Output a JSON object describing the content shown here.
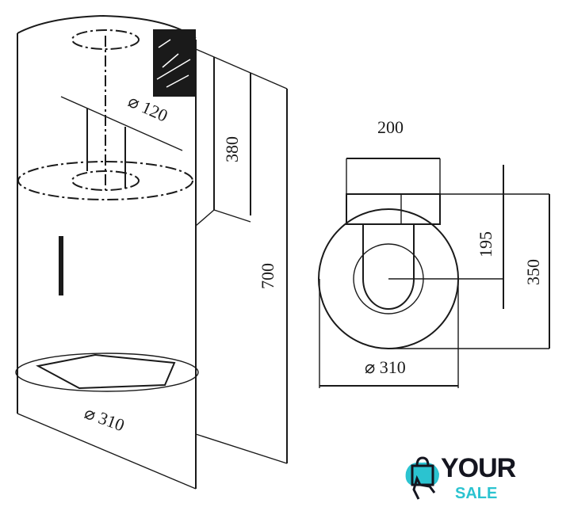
{
  "dimensions": {
    "duct_diameter": "⌀ 120",
    "height_chimney": "380",
    "total_height": "700",
    "bottom_diameter_side": "⌀ 310",
    "width_top": "200",
    "depth_chimney": "195",
    "depth_total": "350",
    "bottom_diameter_top": "⌀ 310"
  },
  "logo": {
    "line1": "YOUR",
    "line2": "SALE"
  },
  "colors": {
    "ink": "#1a1a1a",
    "logo_dark": "#14151f",
    "logo_accent": "#2bc3d0"
  }
}
